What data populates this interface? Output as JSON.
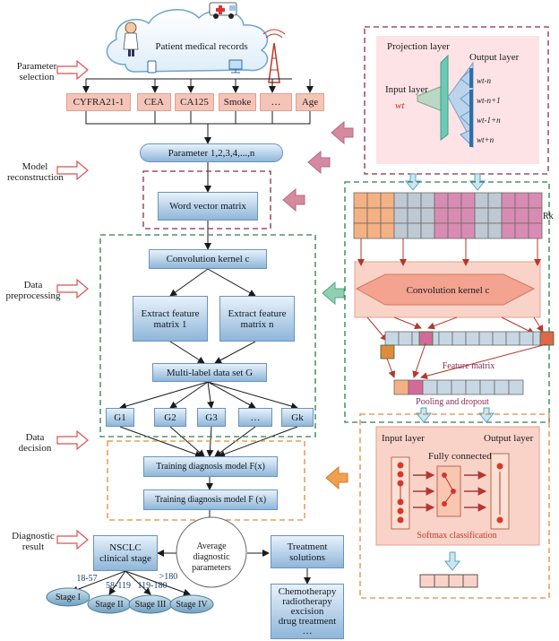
{
  "left_labels": {
    "param_selection": [
      "Parameter",
      "selection"
    ],
    "model_reconstruction": [
      "Model",
      "reconstruction"
    ],
    "data_preprocessing": [
      "Data",
      "preprocessing"
    ],
    "data_decision": [
      "Data",
      "decision"
    ],
    "diagnostic_result": [
      "Diagnostic",
      "result"
    ]
  },
  "cloud_label": "Patient medical records",
  "params": [
    "CYFRA21-1",
    "CEA",
    "CA125",
    "Smoke",
    "…",
    "Age"
  ],
  "parameter_pill": "Parameter 1,2,3,4,...,n",
  "word_vector": "Word vector matrix",
  "conv_kernel": "Convolution kernel c",
  "extract1": [
    "Extract feature",
    "matrix 1"
  ],
  "extractn": [
    "Extract feature",
    "matrix n"
  ],
  "multilabel": "Multi-label data set G",
  "g_items": [
    "G1",
    "G2",
    "G3",
    "…",
    "Gk"
  ],
  "train1": "Training diagnosis model F(x)",
  "train2": "Training diagnosis model F (x)",
  "nsclc": [
    "NSCLC",
    "clinical stage"
  ],
  "avg_params": [
    "Average diagnostic",
    "parameters"
  ],
  "treatment": [
    "Treatment",
    "solutions"
  ],
  "treatments_list": [
    "Chemotherapy",
    "radiotherapy",
    "excision",
    "drug treatment",
    "…"
  ],
  "stage_ranges": [
    "18-57",
    "58-119",
    "119-180",
    ">180"
  ],
  "stages": [
    "Stage I",
    "Stage II",
    "Stage III",
    "Stage IV"
  ],
  "word2vec": {
    "projection_layer": "Projection layer",
    "output_layer": "Output layer",
    "input_layer": "Input layer",
    "input_word": "wt",
    "outputs": [
      "wt-n",
      "wt-n+1",
      "wt-1+n",
      "wt+n"
    ]
  },
  "cnn": {
    "rk": "Rk",
    "conv_kernel": "Convolution kernel c",
    "feature_matrix": "Feature matrix",
    "pooling": "Pooling and dropout"
  },
  "softmax": {
    "input_layer": "Input layer",
    "fully_connected": "Fully connected",
    "output_layer": "Output layer",
    "classification": "Softmax classification"
  },
  "colors": {
    "blue_box": "#8fb6d9",
    "pink_box": "#f5c4b8",
    "dashed_purple": "#8b2a55",
    "dashed_green": "#2e7d4f",
    "dashed_orange": "#e08a3c",
    "arrow_red": "#d9534f"
  }
}
